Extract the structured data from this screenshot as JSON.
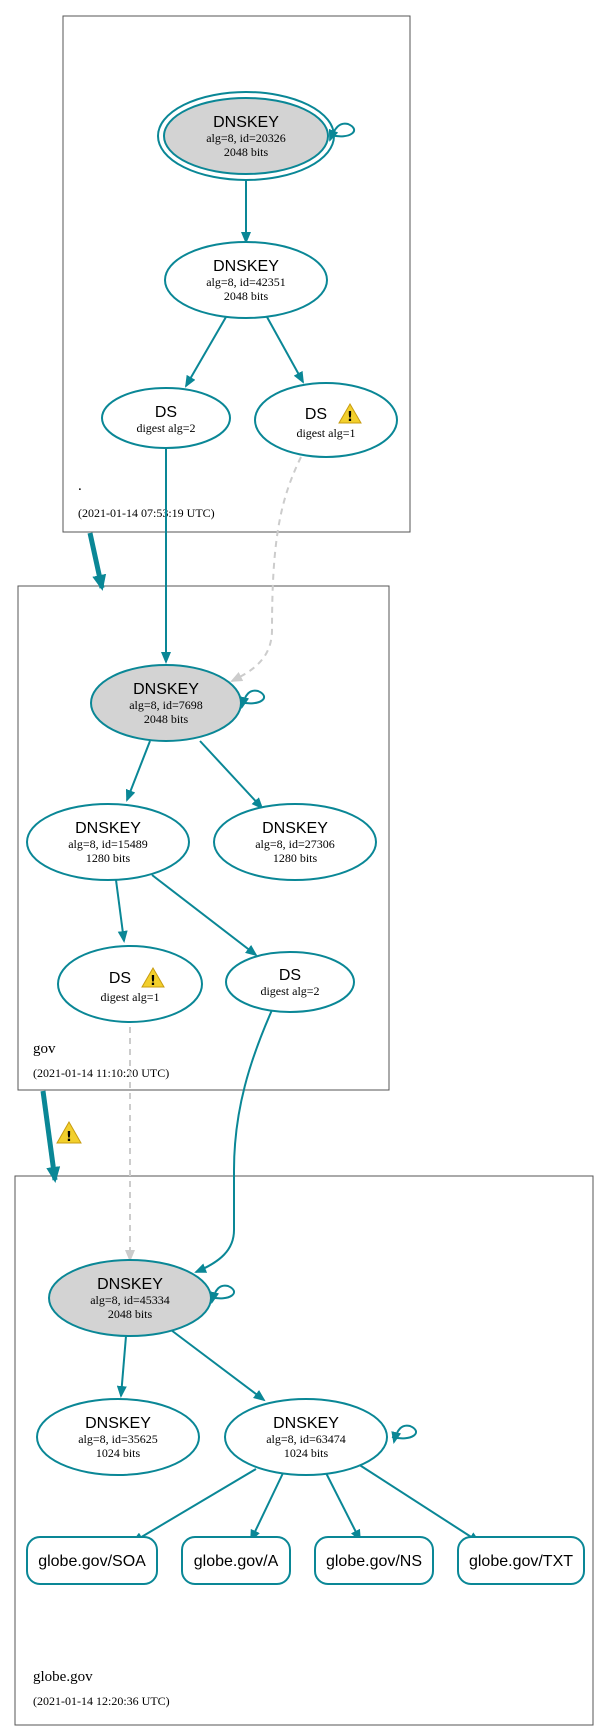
{
  "zones": [
    {
      "id": "root",
      "name": ".",
      "timestamp": "(2021-01-14 07:53:19 UTC)"
    },
    {
      "id": "gov",
      "name": "gov",
      "timestamp": "(2021-01-14 11:10:20 UTC)"
    },
    {
      "id": "globe",
      "name": "globe.gov",
      "timestamp": "(2021-01-14 12:20:36 UTC)"
    }
  ],
  "nodes": {
    "root_ksk": {
      "title": "DNSKEY",
      "line1": "alg=8, id=20326",
      "line2": "2048 bits"
    },
    "root_zsk": {
      "title": "DNSKEY",
      "line1": "alg=8, id=42351",
      "line2": "2048 bits"
    },
    "root_ds2": {
      "title": "DS",
      "line1": "digest alg=2"
    },
    "root_ds1": {
      "title": "DS",
      "line1": "digest alg=1"
    },
    "gov_ksk": {
      "title": "DNSKEY",
      "line1": "alg=8, id=7698",
      "line2": "2048 bits"
    },
    "gov_zsk1": {
      "title": "DNSKEY",
      "line1": "alg=8, id=15489",
      "line2": "1280 bits"
    },
    "gov_zsk2": {
      "title": "DNSKEY",
      "line1": "alg=8, id=27306",
      "line2": "1280 bits"
    },
    "gov_ds1": {
      "title": "DS",
      "line1": "digest alg=1"
    },
    "gov_ds2": {
      "title": "DS",
      "line1": "digest alg=2"
    },
    "globe_ksk": {
      "title": "DNSKEY",
      "line1": "alg=8, id=45334",
      "line2": "2048 bits"
    },
    "globe_zsk1": {
      "title": "DNSKEY",
      "line1": "alg=8, id=35625",
      "line2": "1024 bits"
    },
    "globe_zsk2": {
      "title": "DNSKEY",
      "line1": "alg=8, id=63474",
      "line2": "1024 bits"
    }
  },
  "rrsets": {
    "soa": "globe.gov/SOA",
    "a": "globe.gov/A",
    "ns": "globe.gov/NS",
    "txt": "globe.gov/TXT"
  },
  "icons": {
    "warning": "warning-icon",
    "colors": {
      "edge": "#0a8796",
      "secure_entry": "#d3d3d3",
      "insecure_edge": "#cccccc",
      "warning": "#f2cf2c"
    }
  }
}
